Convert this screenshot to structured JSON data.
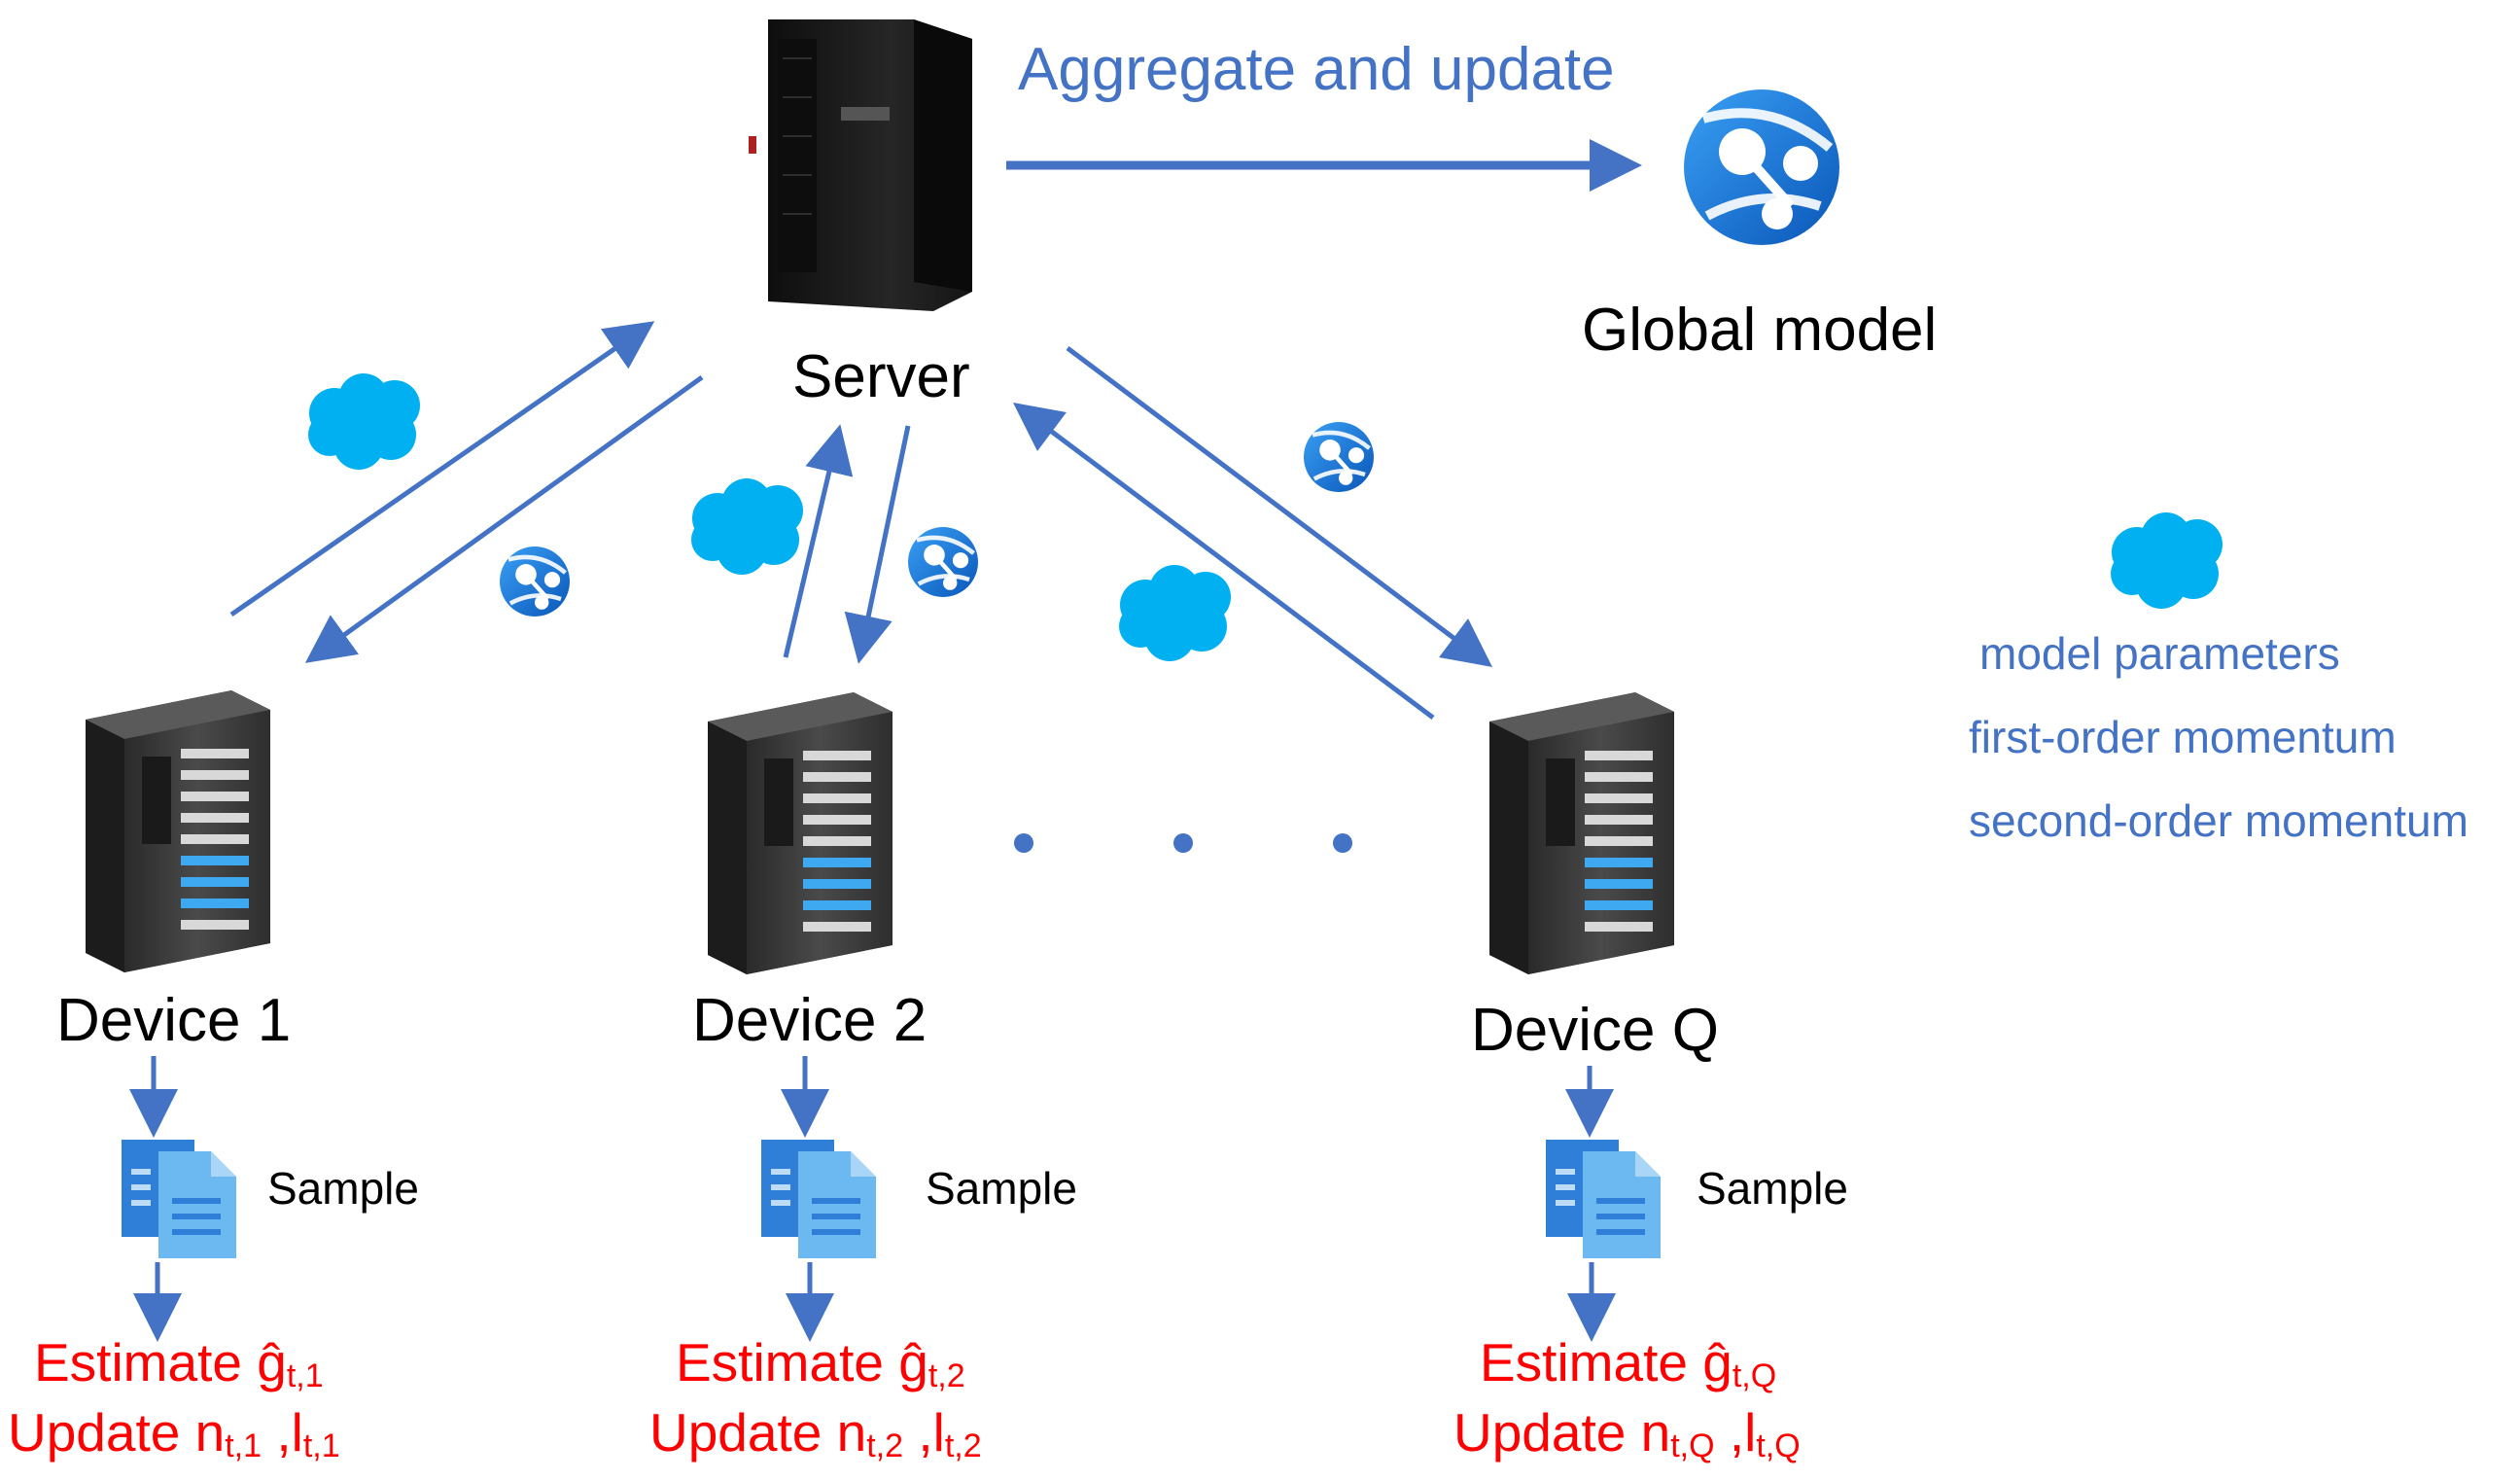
{
  "server": {
    "label": "Server"
  },
  "aggregate": {
    "label": "Aggregate and update"
  },
  "global_model": {
    "label": "Global model"
  },
  "legend": {
    "line1": "model parameters",
    "line2": "first-order momentum",
    "line3": "second-order momentum"
  },
  "devices": [
    {
      "label": "Device 1",
      "sample": "Sample",
      "estimate_prefix": "Estimate ",
      "estimate_var": "ĝ",
      "estimate_sub": "t,1",
      "update_prefix": "Update ",
      "update_n": "n",
      "update_n_sub": "t,1",
      "update_sep": " ,",
      "update_l": "l",
      "update_l_sub": "t,1"
    },
    {
      "label": "Device 2",
      "sample": "Sample",
      "estimate_prefix": "Estimate ",
      "estimate_var": "ĝ",
      "estimate_sub": "t,2",
      "update_prefix": "Update ",
      "update_n": "n",
      "update_n_sub": "t,2",
      "update_sep": " ,",
      "update_l": "l",
      "update_l_sub": "t,2"
    },
    {
      "label": "Device Q",
      "sample": "Sample",
      "estimate_prefix": "Estimate ",
      "estimate_var": "ĝ",
      "estimate_sub": "t,Q",
      "update_prefix": "Update ",
      "update_n": "n",
      "update_n_sub": "t,Q",
      "update_sep": " ,",
      "update_l": "l",
      "update_l_sub": "t,Q"
    }
  ],
  "colors": {
    "arrow": "#4472c4",
    "text_blue": "#4472c4",
    "text_red": "#ff0000",
    "cloud": "#00b0f0",
    "globe": "#1e78d7",
    "device_body": "#3a3a3a",
    "server_body": "#1b1b1b",
    "doc_dark": "#2f7fd8",
    "doc_light": "#6cb8f0"
  }
}
